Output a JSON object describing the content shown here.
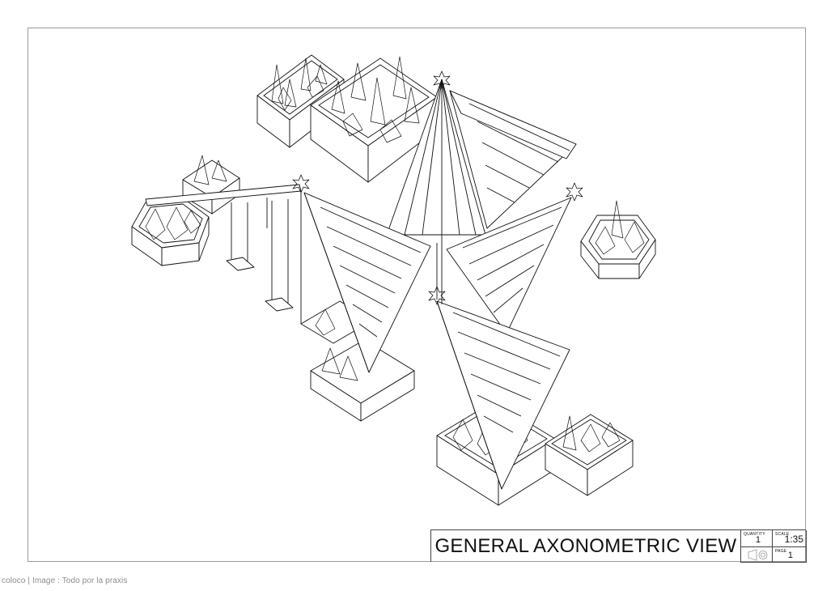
{
  "title_block": {
    "title": "GENERAL AXONOMETRIC VIEW",
    "quantity_label": "QUANTITY",
    "quantity_value": "1",
    "scale_label": "SCALE",
    "scale_value": "1:35",
    "page_label": "PAGE",
    "page_value": "1",
    "projection_icon": "first-angle-projection-icon"
  },
  "credit": "coloco | Image : Todo por la praxis",
  "colors": {
    "line": "#111111",
    "frame": "#9a9a9a",
    "credit": "#8c8c8c"
  }
}
